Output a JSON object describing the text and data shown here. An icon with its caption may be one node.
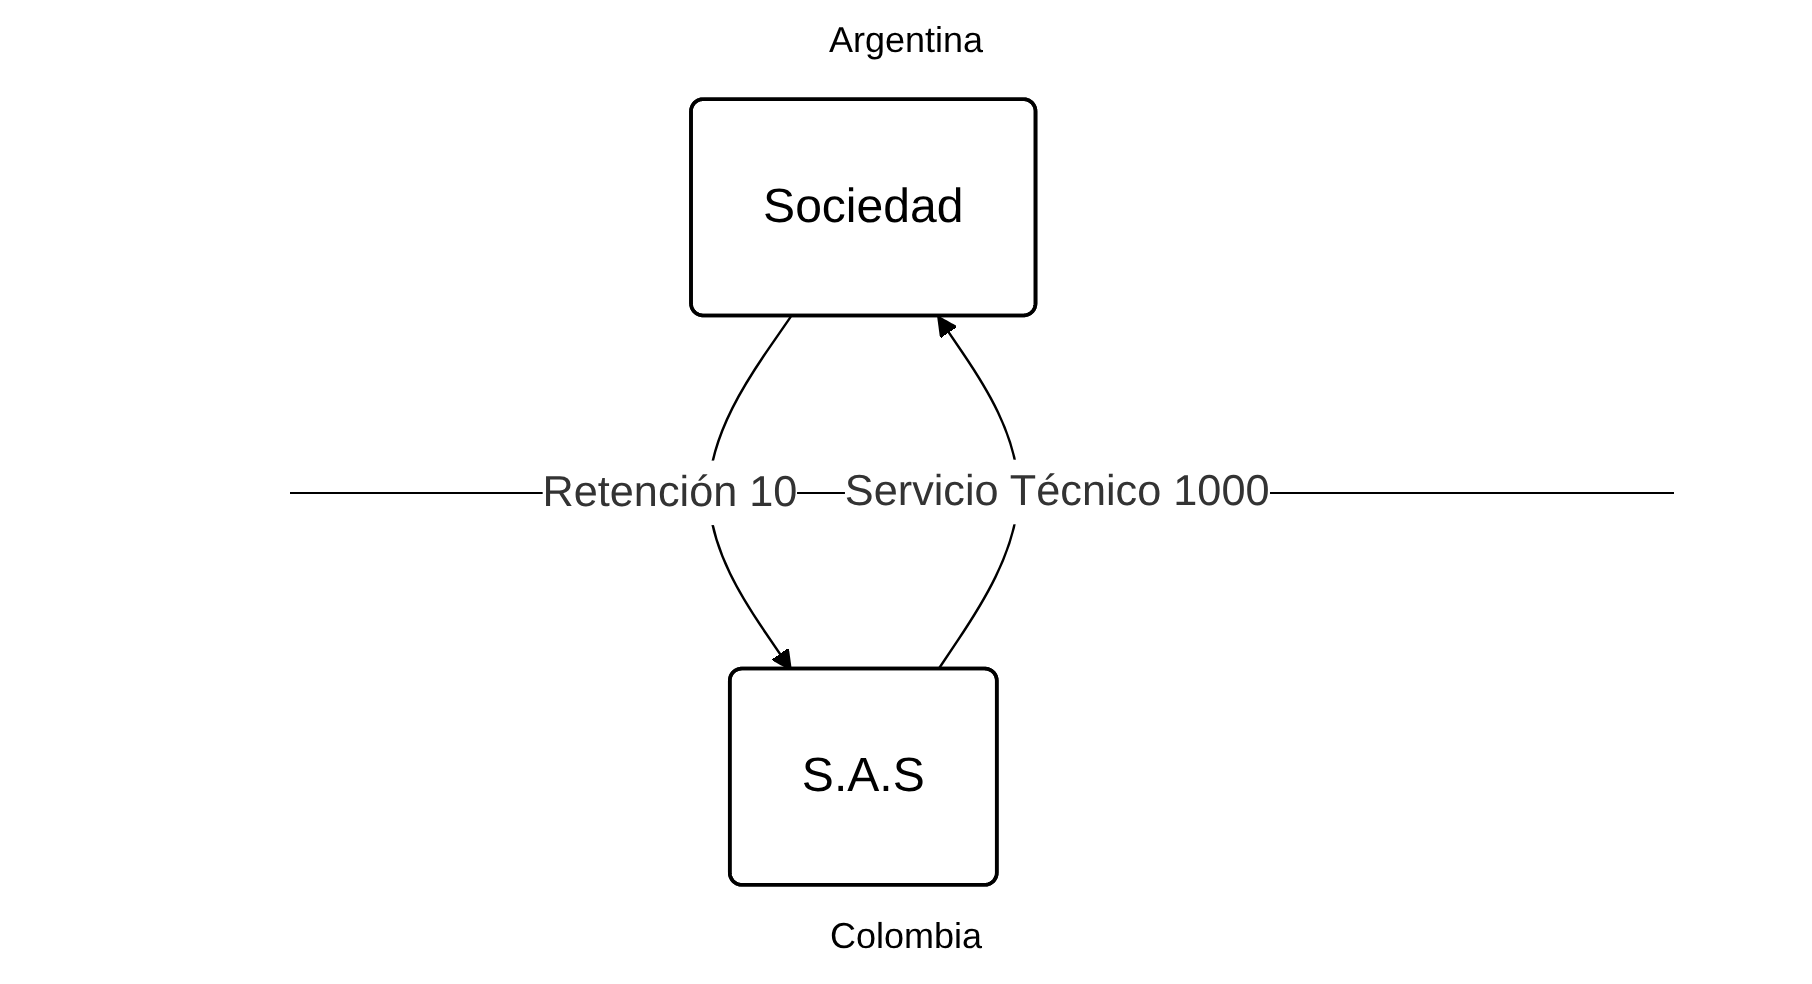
{
  "diagram": {
    "nodes": [
      {
        "text": [
          "Sociedad"
        ]
      },
      {
        "text": [
          "S.A.S"
        ]
      }
    ],
    "edges": [
      {
        "from": 1,
        "to": 0,
        "arrow": "to",
        "label": "Servicio Técnico 1000"
      },
      {
        "from": 0,
        "to": 1,
        "arrow": "to",
        "label": "Retención 10"
      }
    ],
    "labels": [
      "Argentina",
      "Colombia"
    ]
  }
}
